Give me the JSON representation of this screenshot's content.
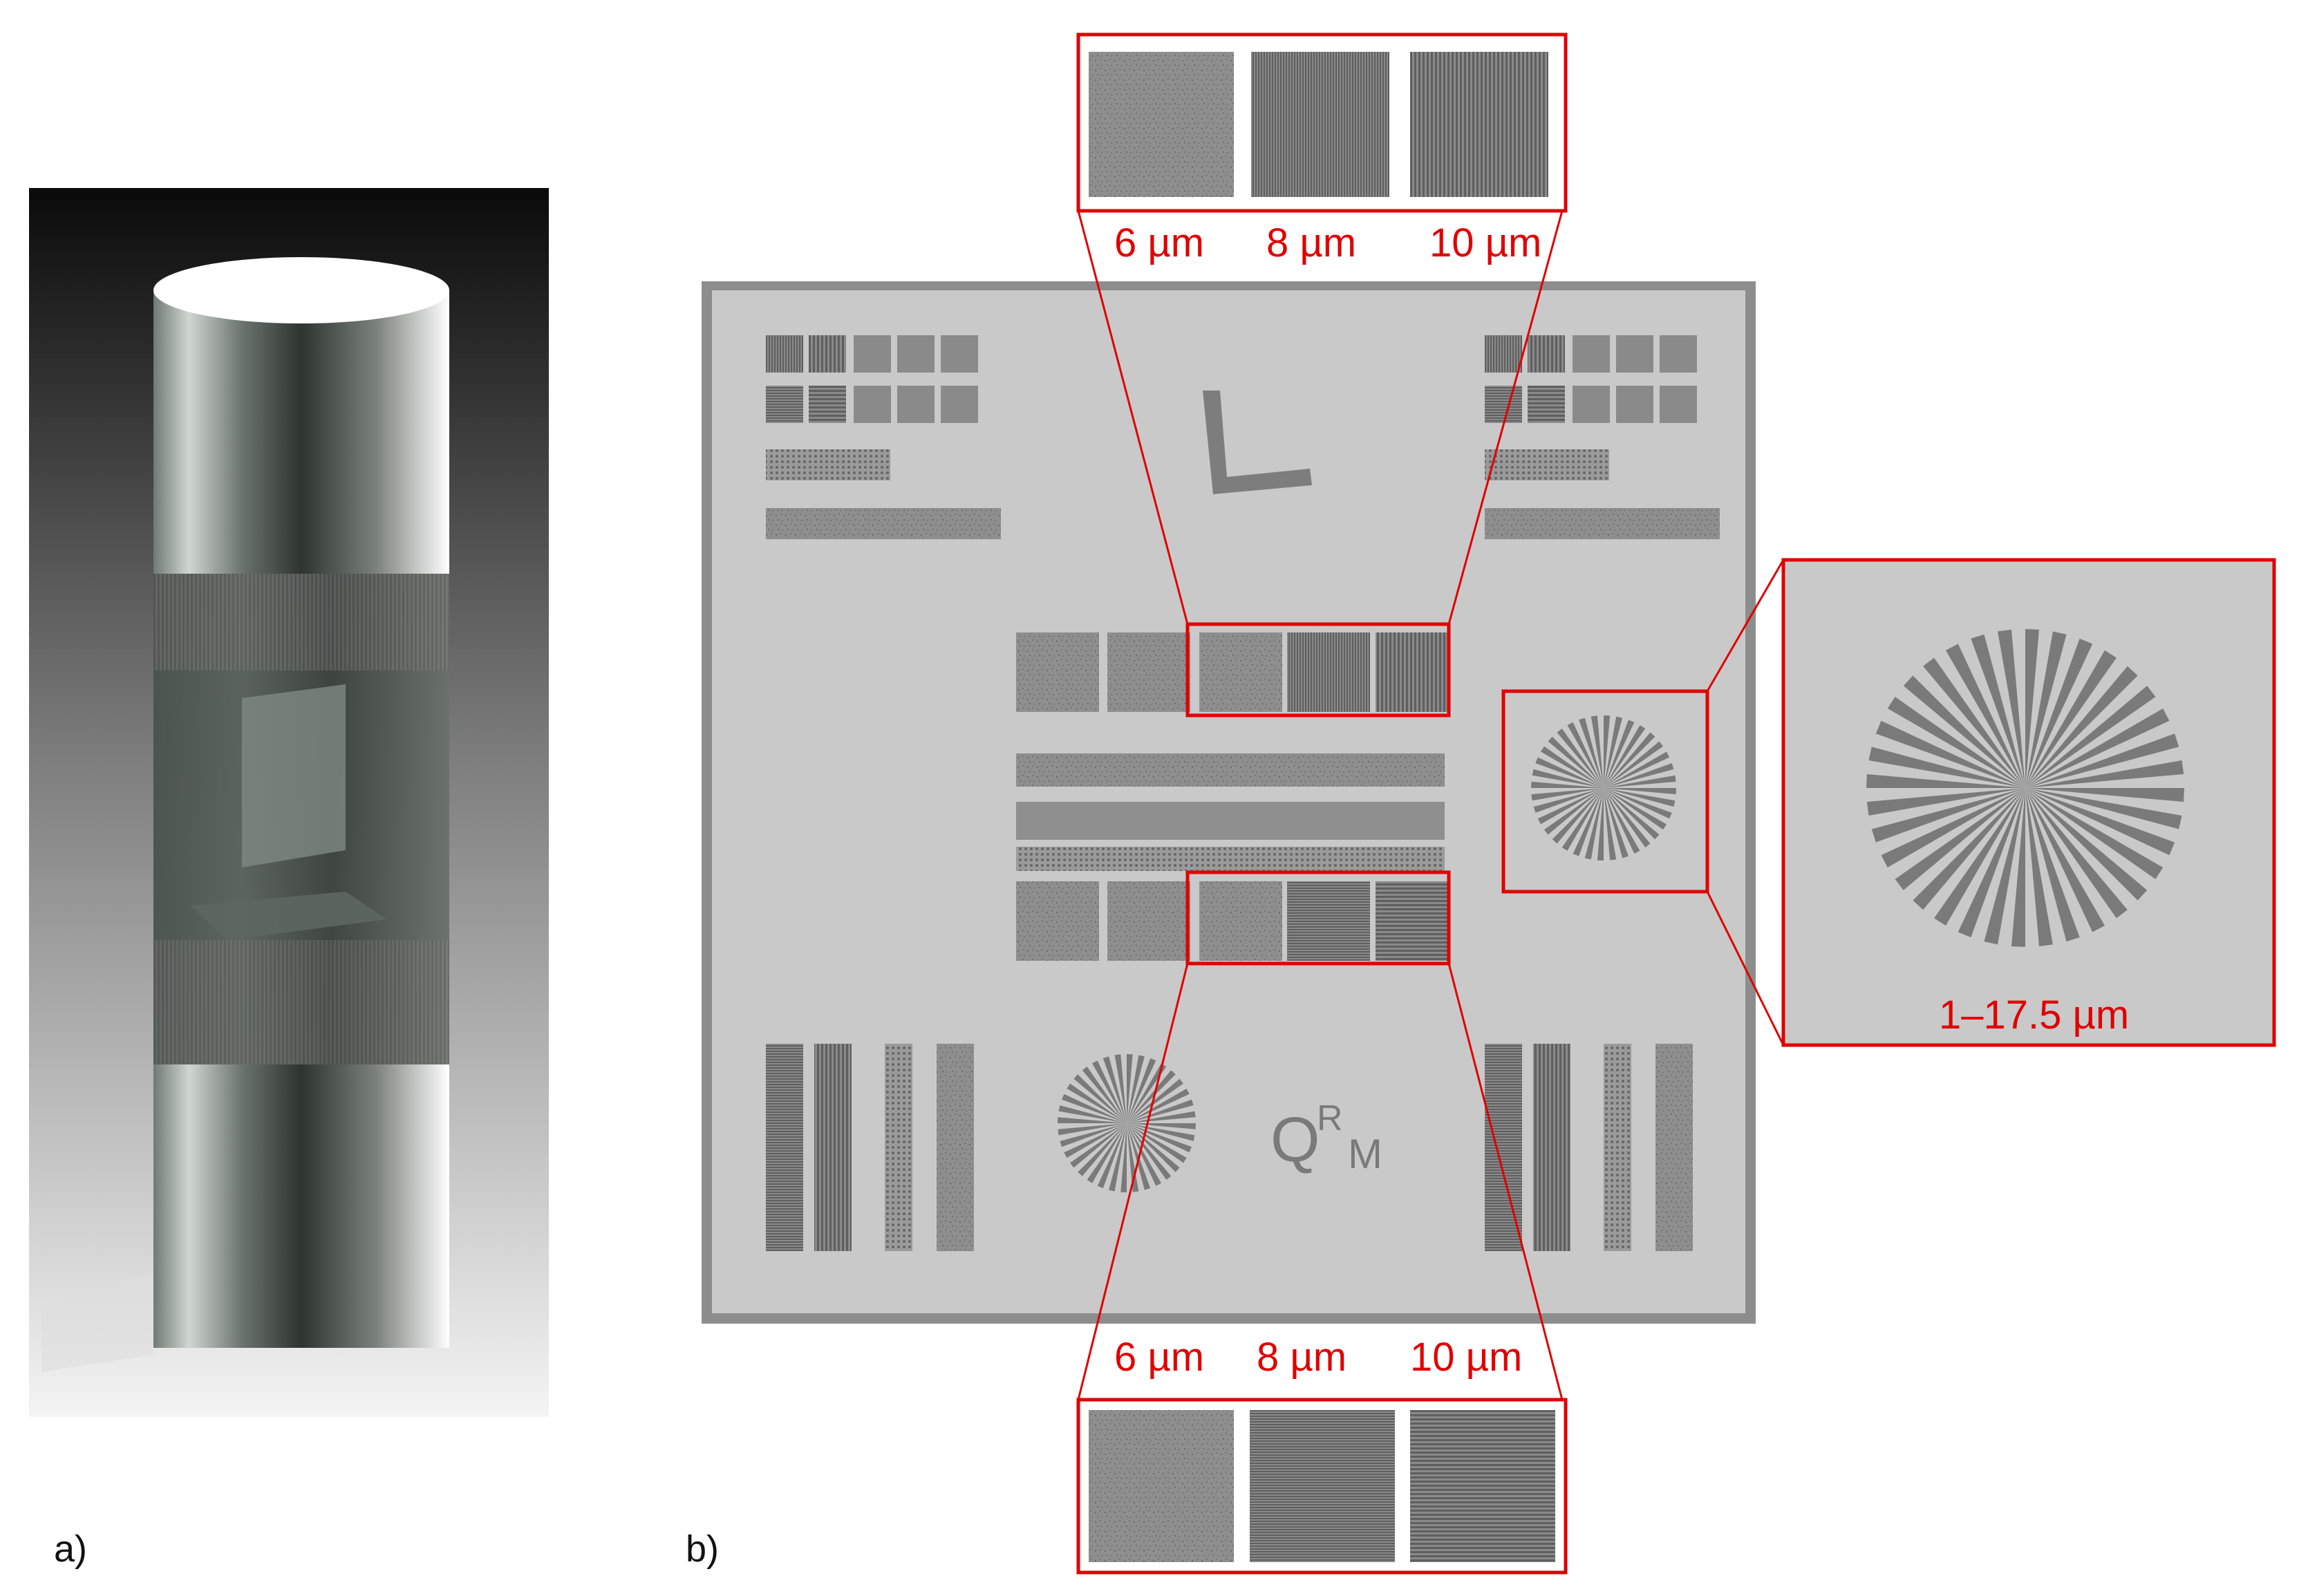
{
  "panels": {
    "a": {
      "label": "a)"
    },
    "b": {
      "label": "b)"
    }
  },
  "zoom_top": {
    "labels": [
      "6 µm",
      "8 µm",
      "10 µm"
    ]
  },
  "zoom_bottom": {
    "labels": [
      "6 µm",
      "8 µm",
      "10 µm"
    ]
  },
  "zoom_right": {
    "label": "1–17.5 µm"
  },
  "phantom": {
    "logo_text": "Q",
    "logo_sup": "R",
    "logo_sub": "M",
    "orientation_mark": "L"
  },
  "colors": {
    "highlight": "#e00000",
    "phantom_bg": "#c9c9c9",
    "pattern": "#7a7a7a"
  }
}
